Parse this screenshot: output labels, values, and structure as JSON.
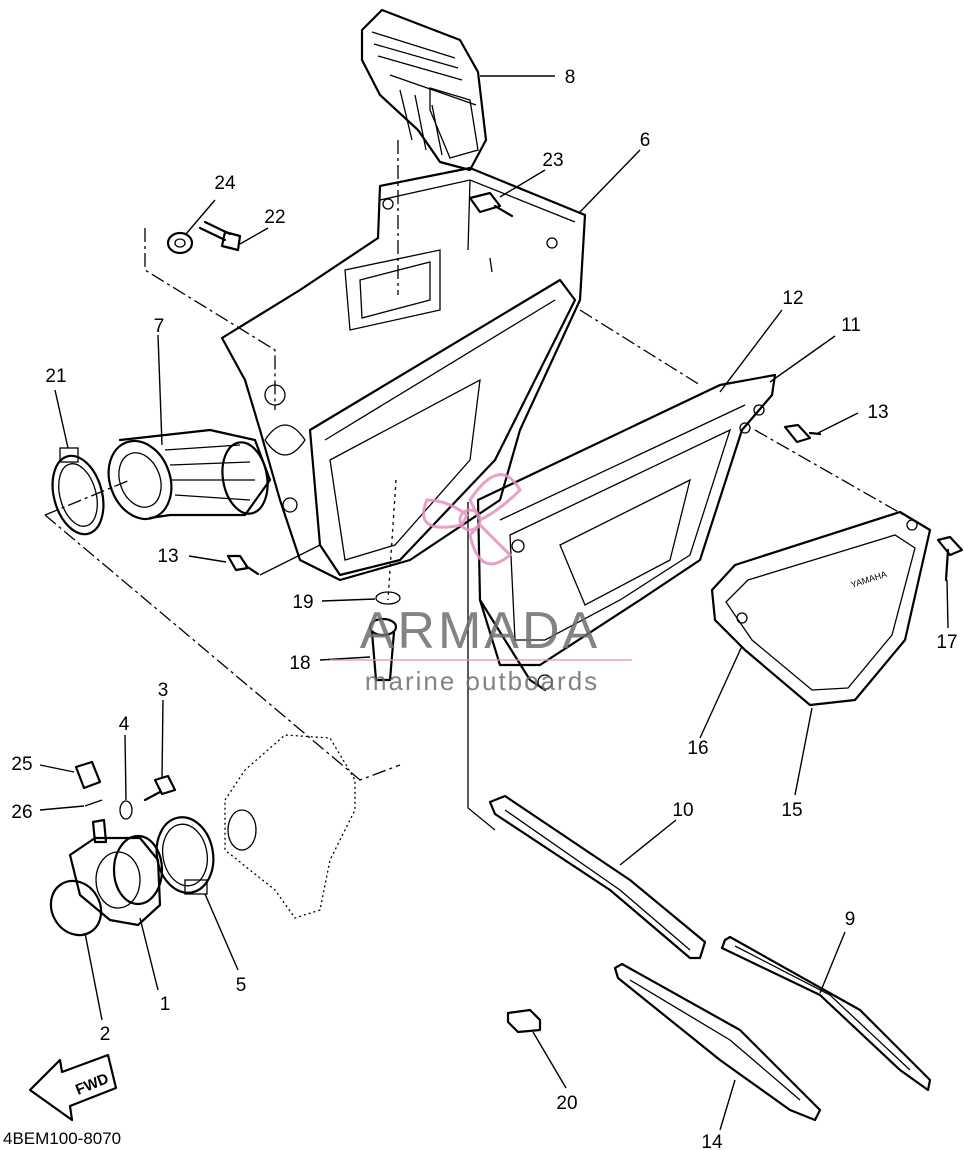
{
  "diagram": {
    "code": "4BEM100-8070",
    "fwd_label": "FWD",
    "brand_print": "YAMAHA",
    "callouts": [
      "1",
      "2",
      "3",
      "4",
      "5",
      "6",
      "7",
      "8",
      "9",
      "10",
      "11",
      "12",
      "13",
      "13",
      "14",
      "15",
      "16",
      "17",
      "18",
      "19",
      "20",
      "21",
      "22",
      "23",
      "24",
      "25",
      "26"
    ]
  },
  "watermark": {
    "name": "ARMADA",
    "tagline": "marine outboards",
    "logo_color": "#e58fbf",
    "text_color": "#6e6e6e"
  }
}
